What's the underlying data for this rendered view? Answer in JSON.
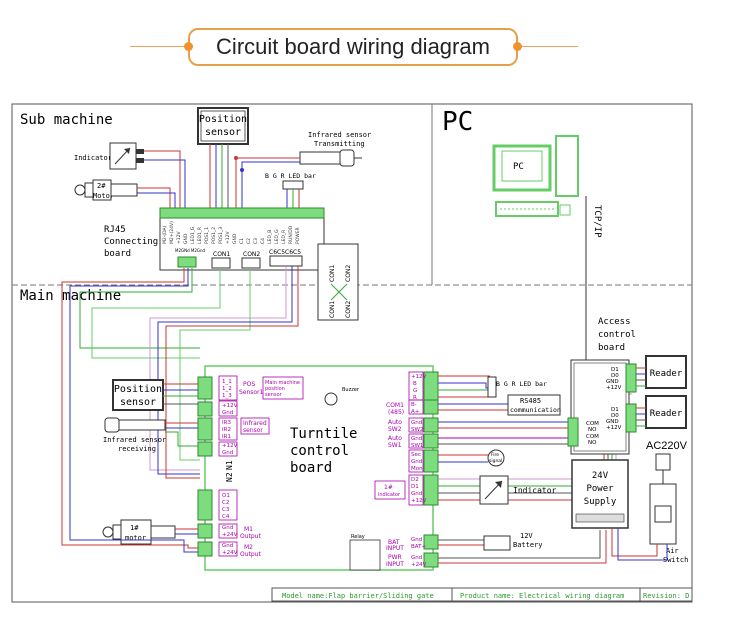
{
  "title": "Circuit board wiring diagram",
  "sections": {
    "sub_machine": "Sub machine",
    "pc": "PC",
    "main_machine": "Main machine"
  },
  "sub": {
    "position_sensor": [
      "Position",
      "sensor"
    ],
    "infrared_tx": [
      "Infrared sensor",
      "Transmitting"
    ],
    "indicator": "Indicator",
    "motor": [
      "2#",
      "Motor"
    ],
    "rj45": [
      "RJ45",
      "Connecting",
      "board"
    ],
    "led_bar": "B G R LED bar",
    "pins": [
      "M2-(DA)",
      "M2+(24V)",
      "+12V",
      "GND",
      "LED1_G",
      "LED1_R",
      "POS1_1",
      "POS1_2",
      "POS1_3",
      "+12V",
      "GND",
      "C1",
      "C2",
      "C3",
      "C4",
      "LED_B",
      "LED_G",
      "LED_R",
      "RUN/DD",
      "POWER"
    ],
    "con_small": "M2GNd M2Gnd",
    "con1": "CON1",
    "con2": "CON2",
    "con_group": "C6C5C6C5",
    "con_box": [
      "CON1",
      "CON2",
      "CON1",
      "CON2"
    ]
  },
  "pc": {
    "pc_label": "PC",
    "tcp": "TCP/IP"
  },
  "main": {
    "position_sensor": [
      "Position",
      "sensor"
    ],
    "infrared_rx": [
      "Infrared sensor",
      "receiving"
    ],
    "motor": [
      "1#",
      "motor"
    ],
    "board": [
      "Turntile",
      "control",
      "board"
    ],
    "buzzer": "Buzzer",
    "pos_label": [
      "POS",
      "Sensor1"
    ],
    "main_pos": [
      "Main machine",
      "position",
      "sensor"
    ],
    "infrared_label": [
      "Infrared",
      "sensor"
    ],
    "n1": "N1",
    "n2": "N2",
    "m1": [
      "M1",
      "Output"
    ],
    "m2": [
      "M2",
      "Output"
    ],
    "left_pins": [
      "1_1",
      "1_2",
      "1_3",
      "+12V",
      "Gnd",
      "IR3",
      "IR2",
      "IR1",
      "+12V",
      "Gnd",
      "O1",
      "C2",
      "C3",
      "C4",
      "Gnd",
      "+24V",
      "Gnd",
      "+24V"
    ],
    "right_pins": [
      "+12V",
      "B",
      "G",
      "R",
      "B-",
      "A+",
      "Gnd",
      "SW2",
      "Gnd",
      "SW1",
      "Sec",
      "Gnd",
      "Mon",
      "D2",
      "D1",
      "Gnd",
      "+12V"
    ],
    "com1": [
      "COM1",
      "(485)"
    ],
    "auto_sw2": [
      "Auto",
      "SW2"
    ],
    "auto_sw1": [
      "Auto",
      "SW1"
    ],
    "indicator_small": [
      "1#",
      "indicator"
    ],
    "relay": "Relay",
    "bat_input": [
      "BAT",
      "INPUT"
    ],
    "pwr_input": [
      "PWR",
      "INPUT"
    ],
    "bottom_right_pins": [
      "Gnd",
      "BAT+",
      "Gnd",
      "+24V"
    ],
    "led_bar": "B G R LED bar",
    "rs485": [
      "RS485",
      "communication"
    ],
    "fire_signal": [
      "Fire",
      "signal"
    ],
    "indicator": "Indicator",
    "battery": [
      "12V",
      "Battery"
    ],
    "access_board": [
      "Access",
      "control",
      "board"
    ],
    "reader1": "Reader",
    "reader2": "Reader",
    "d_pins": [
      "D1",
      "D0",
      "GND",
      "+12V"
    ],
    "com_no": [
      "COM",
      "NO"
    ],
    "ac": "AC220V",
    "psu": [
      "24V",
      "Power",
      "Supply"
    ],
    "air_switch": [
      "Air",
      "Switch"
    ]
  },
  "footer": {
    "model": "Model name:Flap barrier/Sliding gate",
    "product": "Product name: Electrical wiring diagram",
    "revision": "Revision: D"
  }
}
